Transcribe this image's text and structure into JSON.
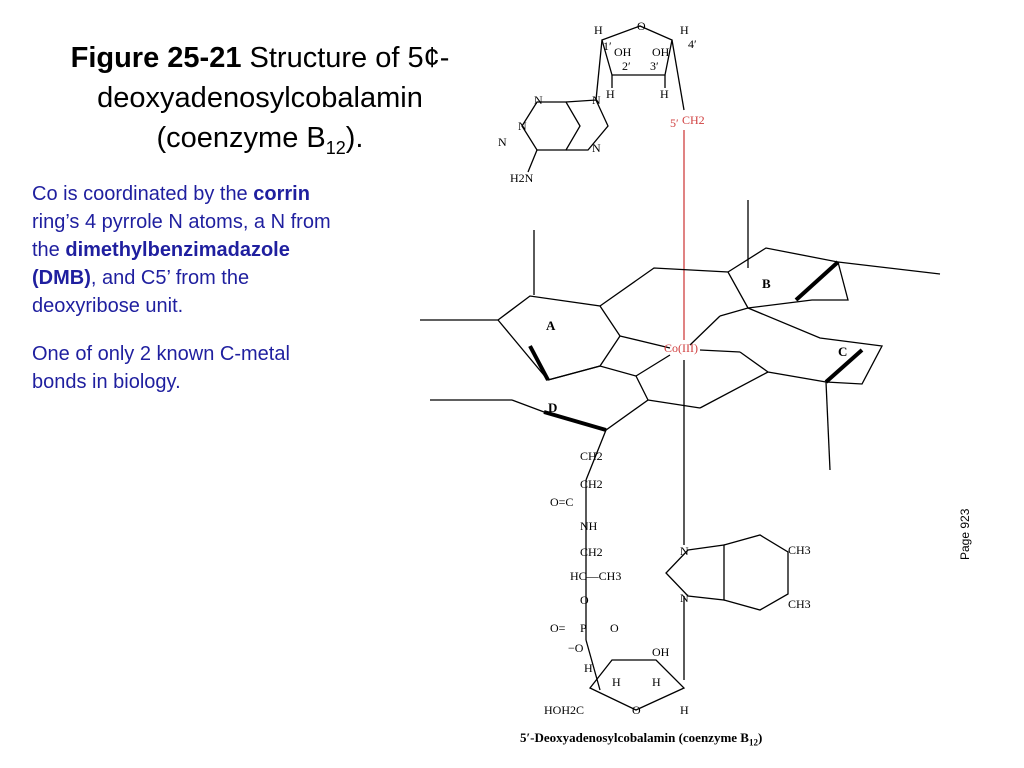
{
  "title": {
    "figure_label": "Figure 25-21",
    "line1": "Structure of 5¢-",
    "line2": "deoxyadenosylcobalamin",
    "line3_prefix": "(coenzyme B",
    "line3_sub": "12",
    "line3_suffix": ")."
  },
  "notes": {
    "p1_a": "Co is coordinated by the ",
    "p1_b": "corrin",
    "p1_c": " ring’s 4 pyrrole N atoms, a N from the ",
    "p1_d": "dimethylbenzimadazole (DMB)",
    "p1_e": ", and C5’ from the deoxyribose unit.",
    "p2": "One of only 2 known C-metal bonds in biology."
  },
  "page_label": "Page 923",
  "caption": {
    "main": "5′-Deoxyadenosylcobalamin (coenzyme B",
    "sub": "12",
    "end": ")"
  },
  "diagram": {
    "metal": "Co(III)",
    "ribose_top": {
      "h": "H",
      "o": "O",
      "h2": "H",
      "c1": "1′",
      "c4": "4′",
      "oh1": "OH",
      "oh2": "OH",
      "c2": "2′",
      "c3": "3′",
      "hb1": "H",
      "hb2": "H"
    },
    "ch2_5": "CH2",
    "c5_label": "5′",
    "adenine": {
      "n1": "N",
      "n2": "N",
      "n3": "N",
      "n4": "N",
      "n5": "N",
      "amine": "H2N"
    },
    "ring_labels": [
      "A",
      "B",
      "C",
      "D"
    ],
    "dmb": {
      "n1": "N",
      "n2": "N",
      "me1": "CH3",
      "me2": "CH3"
    },
    "bottom_ribose": {
      "oh": "OH",
      "h1": "H",
      "h2": "H",
      "h3": "H",
      "h4": "H",
      "o": "O",
      "hoh2c": "HOH2C"
    },
    "phosphate": {
      "o1": "O",
      "o2": "O",
      "p": "P",
      "om": "−O",
      "oeq": "O="
    },
    "chain": [
      "CH2",
      "CH2",
      "NH",
      "CH2",
      "HC—CH3",
      "O=C"
    ]
  }
}
